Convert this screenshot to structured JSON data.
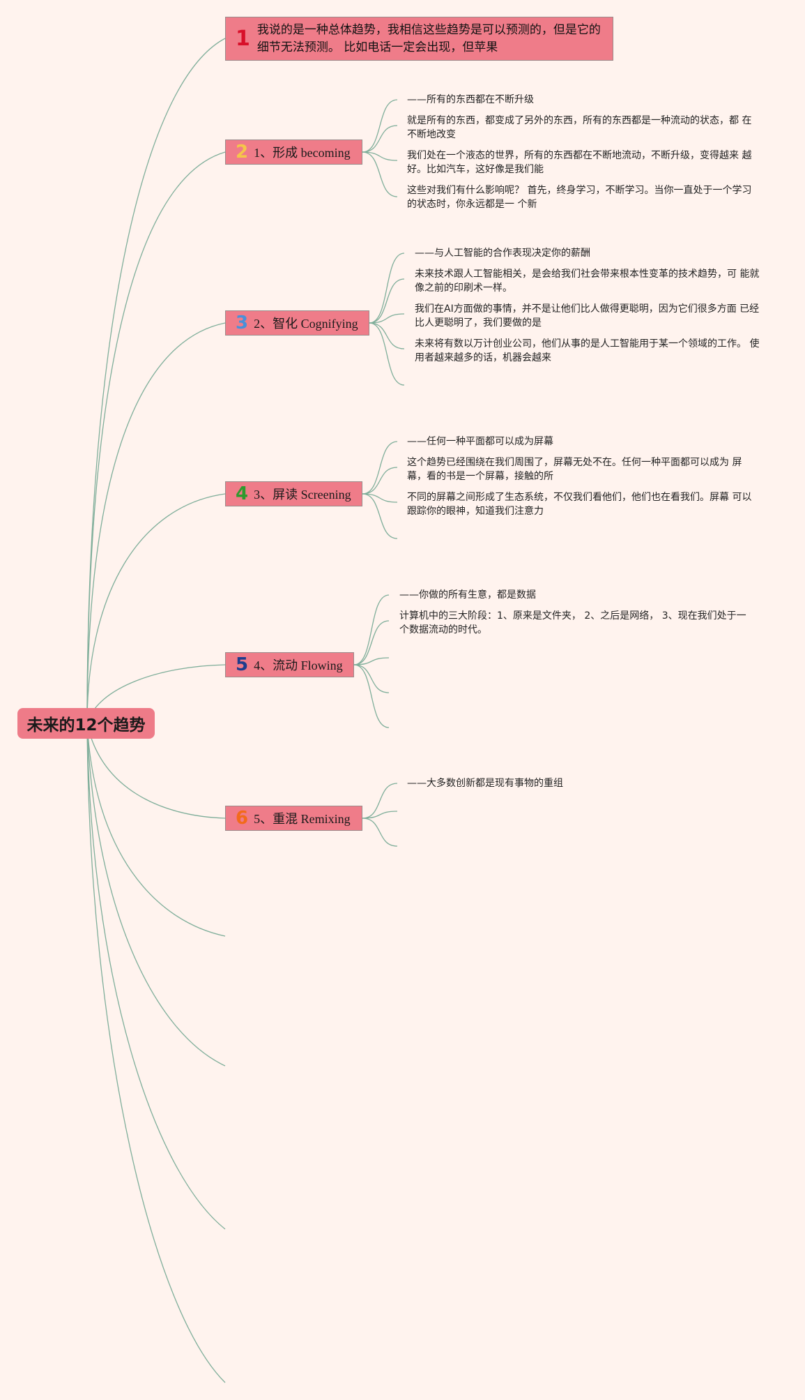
{
  "root": {
    "label": "未来的12个趋势"
  },
  "intro": {
    "num": "1",
    "num_color": "#d8102a",
    "text": "我说的是一种总体趋势，我相信这些趋势是可以预测的，但是它的细节无法预测。 比如电话一定会出现，但苹果"
  },
  "branches": [
    {
      "num": "2",
      "num_color": "#f5c64a",
      "label": "1、形成 becoming",
      "leaves": [
        "——所有的东西都在不断升级",
        "就是所有的东西，都变成了另外的东西，所有的东西都是一种流动的状态，都 在不断地改变",
        "我们处在一个液态的世界，所有的东西都在不断地流动，不断升级，变得越来 越好。比如汽车，这好像是我们能",
        "这些对我们有什么影响呢？ 首先，终身学习，不断学习。当你一直处于一个学习的状态时，你永远都是一 个新"
      ]
    },
    {
      "num": "3",
      "num_color": "#4a90d9",
      "label": "2、智化 Cognifying",
      "leaves": [
        "——与人工智能的合作表现决定你的薪酬",
        "未来技术跟人工智能相关，是会给我们社会带来根本性变革的技术趋势，可 能就像之前的印刷术一样。",
        "我们在AI方面做的事情，并不是让他们比人做得更聪明，因为它们很多方面 已经比人更聪明了，我们要做的是",
        "未来将有数以万计创业公司，他们从事的是人工智能用于某一个领域的工作。 使用者越来越多的话，机器会越来"
      ]
    },
    {
      "num": "4",
      "num_color": "#2e9a2e",
      "label": "3、屏读 Screening",
      "leaves": [
        "——任何一种平面都可以成为屏幕",
        "这个趋势已经围绕在我们周围了，屏幕无处不在。任何一种平面都可以成为 屏幕，看的书是一个屏幕，接触的所",
        "不同的屏幕之间形成了生态系统，不仅我们看他们，他们也在看我们。屏幕 可以跟踪你的眼神，知道我们注意力"
      ]
    },
    {
      "num": "5",
      "num_color": "#1f3c8c",
      "label": "4、流动 Flowing",
      "leaves": [
        "——你做的所有生意，都是数据",
        "计算机中的三大阶段：1、原来是文件夹， 2、之后是网络， 3、现在我们处于一个数据流动的时代。"
      ]
    },
    {
      "num": "6",
      "num_color": "#f26a1b",
      "label": "5、重混 Remixing",
      "leaves": [
        "——大多数创新都是现有事物的重组"
      ]
    }
  ]
}
